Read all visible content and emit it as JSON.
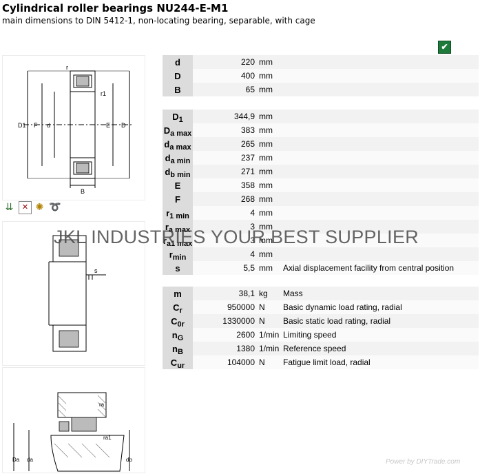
{
  "header": {
    "title": "Cylindrical roller bearings NU244-E-M1",
    "subtitle": "main dimensions to DIN 5412-1, non-locating bearing, separable, with cage"
  },
  "excel_icon": "excel-export-icon",
  "drawing1": {
    "labels": [
      "r",
      "r1",
      "D1",
      "F",
      "d",
      "E",
      "D",
      "B"
    ]
  },
  "drawing2": {
    "labels": [
      "s"
    ]
  },
  "drawing3": {
    "labels": [
      "ra",
      "ra1",
      "Da",
      "da",
      "db"
    ]
  },
  "icons": [
    "load-direction-icon",
    "cage-icon",
    "lubrication-icon",
    "speed-icon"
  ],
  "group1": [
    {
      "sym": "d",
      "sub": "",
      "val": "220",
      "unit": "mm",
      "desc": ""
    },
    {
      "sym": "D",
      "sub": "",
      "val": "400",
      "unit": "mm",
      "desc": ""
    },
    {
      "sym": "B",
      "sub": "",
      "val": "65",
      "unit": "mm",
      "desc": ""
    }
  ],
  "group2": [
    {
      "sym": "D",
      "sub": "1",
      "val": "344,9",
      "unit": "mm",
      "desc": ""
    },
    {
      "sym": "D",
      "sub": "a max",
      "val": "383",
      "unit": "mm",
      "desc": ""
    },
    {
      "sym": "d",
      "sub": "a max",
      "val": "265",
      "unit": "mm",
      "desc": ""
    },
    {
      "sym": "d",
      "sub": "a min",
      "val": "237",
      "unit": "mm",
      "desc": ""
    },
    {
      "sym": "d",
      "sub": "b min",
      "val": "271",
      "unit": "mm",
      "desc": ""
    },
    {
      "sym": "E",
      "sub": "",
      "val": "358",
      "unit": "mm",
      "desc": ""
    },
    {
      "sym": "F",
      "sub": "",
      "val": "268",
      "unit": "mm",
      "desc": ""
    },
    {
      "sym": "r",
      "sub": "1 min",
      "val": "4",
      "unit": "mm",
      "desc": ""
    },
    {
      "sym": "r",
      "sub": "a max",
      "val": "3",
      "unit": "mm",
      "desc": ""
    },
    {
      "sym": "r",
      "sub": "a1 max",
      "val": "3",
      "unit": "mm",
      "desc": ""
    },
    {
      "sym": "r",
      "sub": "min",
      "val": "4",
      "unit": "mm",
      "desc": ""
    },
    {
      "sym": "s",
      "sub": "",
      "val": "5,5",
      "unit": "mm",
      "desc": "Axial displacement facility from central position"
    }
  ],
  "group3": [
    {
      "sym": "m",
      "sub": "",
      "val": "38,1",
      "unit": "kg",
      "desc": "Mass"
    },
    {
      "sym": "C",
      "sub": "r",
      "val": "950000",
      "unit": "N",
      "desc": "Basic dynamic load rating, radial"
    },
    {
      "sym": "C",
      "sub": "0r",
      "val": "1330000",
      "unit": "N",
      "desc": "Basic static load rating, radial"
    },
    {
      "sym": "n",
      "sub": "G",
      "val": "2600",
      "unit": "1/min",
      "desc": "Limiting speed"
    },
    {
      "sym": "n",
      "sub": "B",
      "val": "1380",
      "unit": "1/min",
      "desc": "Reference speed"
    },
    {
      "sym": "C",
      "sub": "ur",
      "val": "104000",
      "unit": "N",
      "desc": "Fatigue limit load, radial"
    }
  ],
  "watermark": "JKL INDUSTRIES YOUR BEST SUPPLIER",
  "footer": "Power by DIYTrade.com"
}
